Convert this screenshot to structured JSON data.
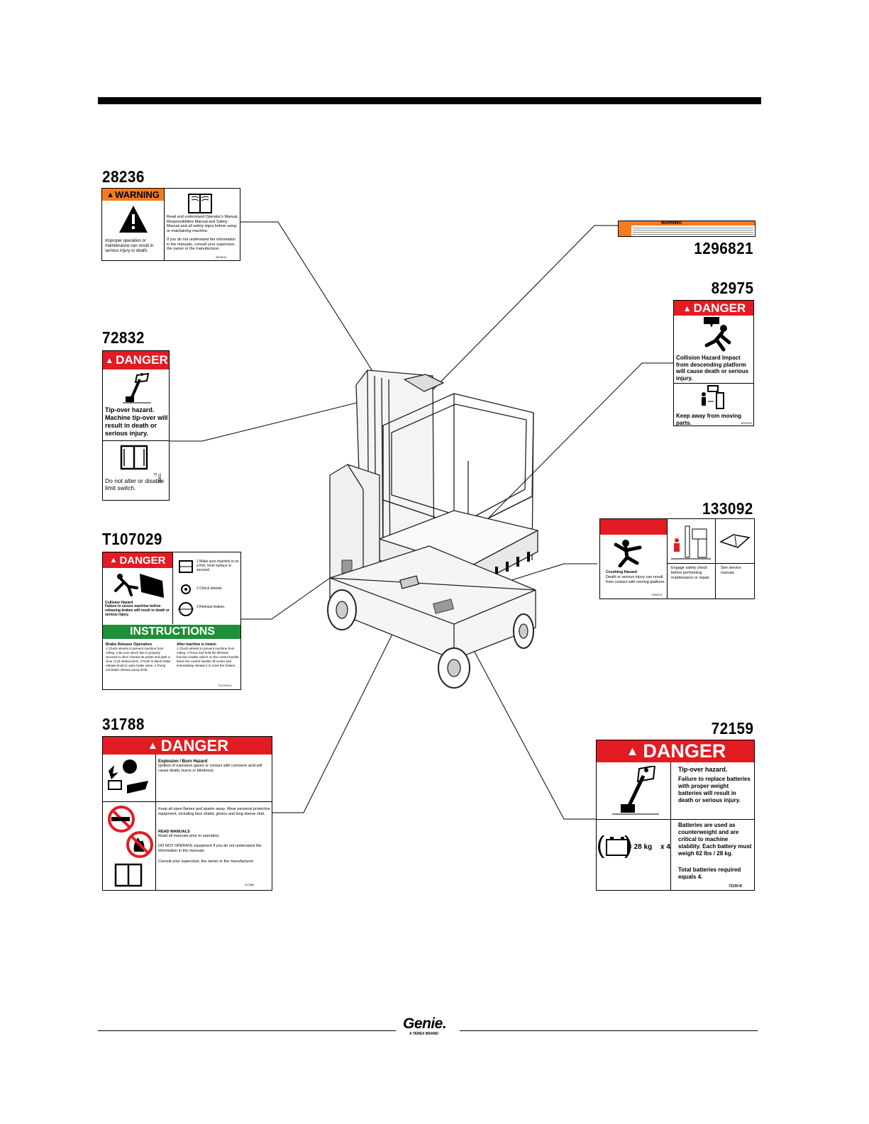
{
  "part_numbers": {
    "p28236": "28236",
    "p1296821": "1296821",
    "p82975": "82975",
    "p72832": "72832",
    "p133092": "133092",
    "pT107029": "T107029",
    "p31788": "31788",
    "p72159": "72159"
  },
  "decal_28236": {
    "header": "WARNING",
    "left_text": "Improper operation or maintenance can result in serious injury or death.",
    "right_text_1": "Read and understand Operator's Manual, Responsibilities Manual and Safety Manual and all safety signs before using or maintaining machine.",
    "right_text_2": "If you do not understand the information in the manuals, consult your supervisor, the owner or the manufacturer.",
    "code": "28236 B"
  },
  "decal_1296821": {
    "header": "WARNING"
  },
  "decal_82975": {
    "header": "DANGER",
    "text_1": "Collision Hazard Impact from descending platform will cause death or serious injury.",
    "text_2": "Keep away from moving parts.",
    "code": "82975 B"
  },
  "decal_72832": {
    "header": "DANGER",
    "text_1": "Tip-over hazard. Machine tip-over will result in death or serious injury.",
    "text_2": "Do not alter or disable limit switch.",
    "code": "72832 D"
  },
  "decal_133092": {
    "left_title": "Crushing Hazard",
    "left_text": "Death or serious injury can result from contact with moving platform.",
    "mid_text": "Engage safety check before performing maintenance or repair.",
    "right_text": "See service manual.",
    "code": "133092 B"
  },
  "decal_T107029": {
    "header": "DANGER",
    "hazard_title": "Collision Hazard",
    "hazard_text": "Failure to secure machine before releasing brakes will result in death or serious injury.",
    "step_1": "1  Make sure machine is on a firm, level surface or secured.",
    "step_2": "2  Chock wheels.",
    "step_3": "3  Release brakes.",
    "instr_header": "INSTRUCTIONS",
    "brake_title": "Brake Release Operation",
    "brake_steps": "1 Chock wheels to prevent machine from rolling. 2 Be sure winch line is properly secured to drive chassis tie points and path is clear of all obstructions. 3 Push in black brake release knob to open brake valve. 4 Pump red brake release pump knob.",
    "after_title": "After machine is towed:",
    "after_steps": "1 Chock wheels to prevent machine from rolling. 2 Press and hold the lift/lower function enable switch on the control handle. Move the control handle off-center and immediately release it to reset the brakes.",
    "code": "T107029 A"
  },
  "decal_31788": {
    "header": "DANGER",
    "title_1": "Explosion / Burn Hazard",
    "text_1": "Ignition of explosive gases or contact with corrosive acid will cause death, burns or blindness",
    "text_2": "Keep all open flames and sparks away. Wear personal protective equipment, including face shield, gloves and long sleeve shirt.",
    "read_title": "READ MANUALS",
    "read_text": "Read all manuals prior to operation.",
    "dont_text": "DO NOT OPERATE equipment if you do not understand the information in the manuals.",
    "consult_text": "Consult your supervisor, the owner or the manufacturer.",
    "code": "31788C"
  },
  "decal_72159": {
    "header": "DANGER",
    "text_1a": "Tip-over hazard.",
    "text_1b": "Failure to replace batteries with proper weight batteries will result in death or serious injury.",
    "battery_eq": "= 28 kg",
    "battery_mult": "x 4",
    "text_2a": "Batteries are used as counterweight and are critical to machine stability.  Each battery must weigh 62 lbs / 28 kg.",
    "text_2b": "Total batteries required equals 4.",
    "code": "72159  B"
  },
  "footer": {
    "logo": "Genie.",
    "tagline": "A TEREX BRAND"
  },
  "icons": [
    "warning-triangle-icon",
    "book-icon",
    "tipover-icon",
    "collision-icon",
    "battery-icon",
    "fire-icon",
    "no-smoking-icon",
    "explosion-icon"
  ],
  "colors": {
    "danger": "#e31b23",
    "warning": "#f47b20",
    "instructions": "#1f8f3a"
  }
}
